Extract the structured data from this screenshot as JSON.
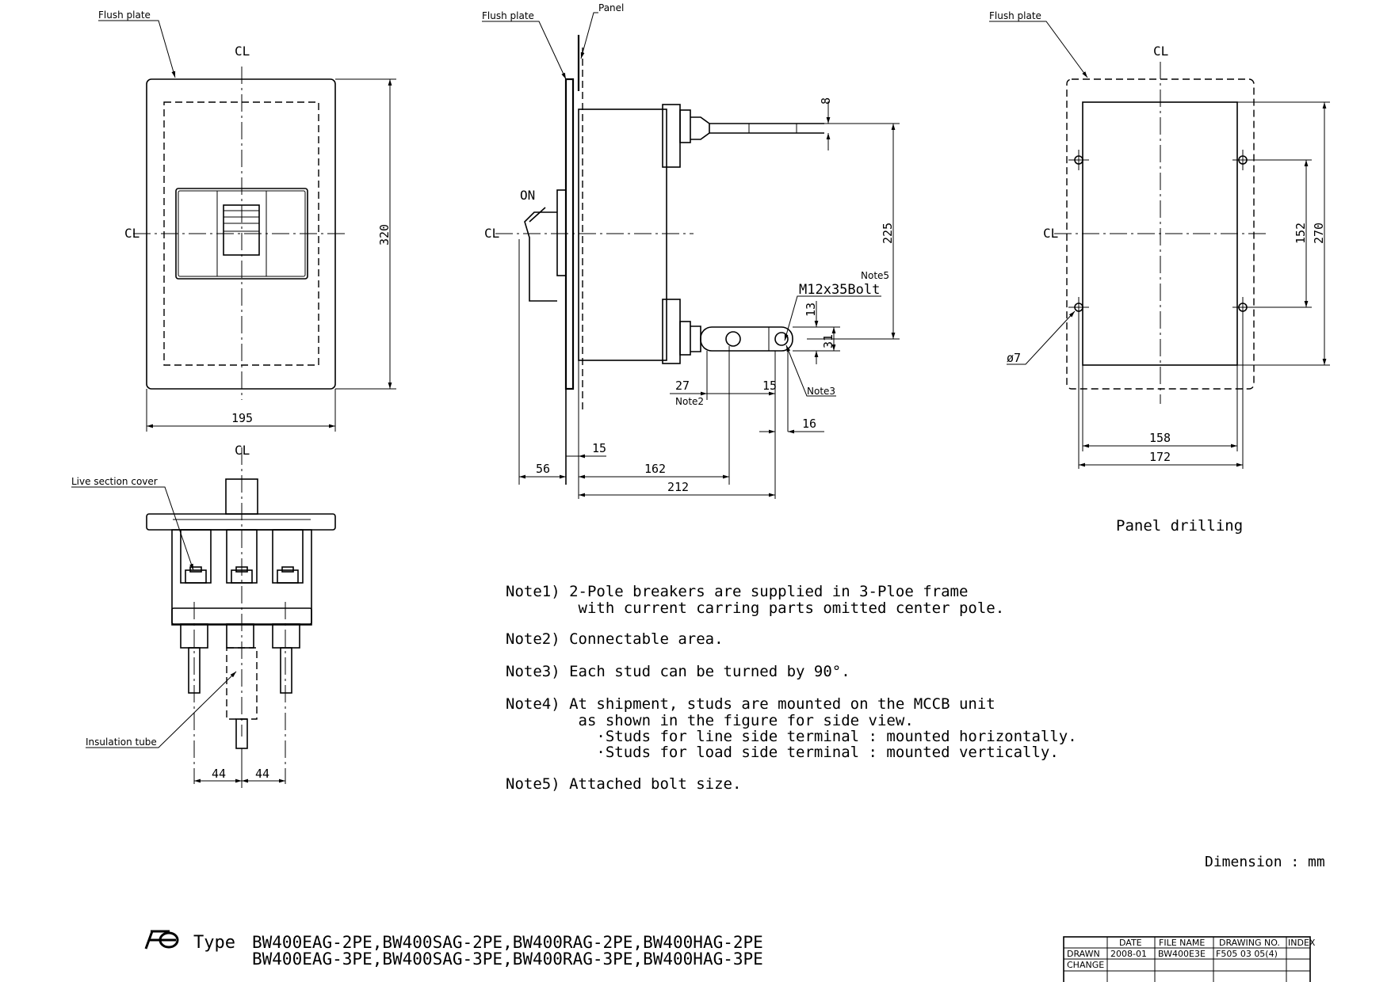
{
  "labels": {
    "flush_plate": "Flush plate",
    "panel": "Panel",
    "on": "ON",
    "centerline": "CL",
    "live_section_cover": "Live section cover",
    "insulation_tube": "Insulation tube",
    "note5": "Note5",
    "note3": "Note3",
    "note2": "Note2",
    "bolt": "M12x35Bolt",
    "panel_drilling": "Panel drilling",
    "hole_dia": "ø7",
    "dimension_unit": "Dimension : mm"
  },
  "dims": {
    "front_height": "320",
    "front_width": "195",
    "stud_offset": "8",
    "stud_span": "225",
    "d13": "13",
    "d31": "31",
    "d27": "27",
    "d15a": "15",
    "d16": "16",
    "d15b": "15",
    "d56": "56",
    "d162": "162",
    "d212": "212",
    "d44a": "44",
    "d44b": "44",
    "d152": "152",
    "d270": "270",
    "d158": "158",
    "d172": "172"
  },
  "notes": [
    "Note1) 2-Pole breakers are supplied in 3-Ploe frame",
    "        with current carring parts omitted center pole.",
    "Note2) Connectable area.",
    "Note3) Each stud can be turned by 90°.",
    "Note4) At shipment, studs are mounted on the MCCB unit",
    "        as shown in the figure for side view.",
    "          ·Studs for line side terminal : mounted horizontally.",
    "          ·Studs for load side terminal : mounted vertically.",
    "Note5) Attached bolt size."
  ],
  "type_block": {
    "prefix": "Type",
    "line1": "BW400EAG-2PE,BW400SAG-2PE,BW400RAG-2PE,BW400HAG-2PE",
    "line2": "BW400EAG-3PE,BW400SAG-3PE,BW400RAG-3PE,BW400HAG-3PE"
  },
  "title_block": {
    "headers": [
      "DATE",
      "FILE NAME",
      "DRAWING NO.",
      "INDEX"
    ],
    "row_drawn": [
      "DRAWN",
      "2008-01",
      "BW400E3E",
      "F505 03 05(4)",
      ""
    ],
    "row_change": [
      "CHANGE",
      "",
      "",
      "",
      ""
    ]
  }
}
